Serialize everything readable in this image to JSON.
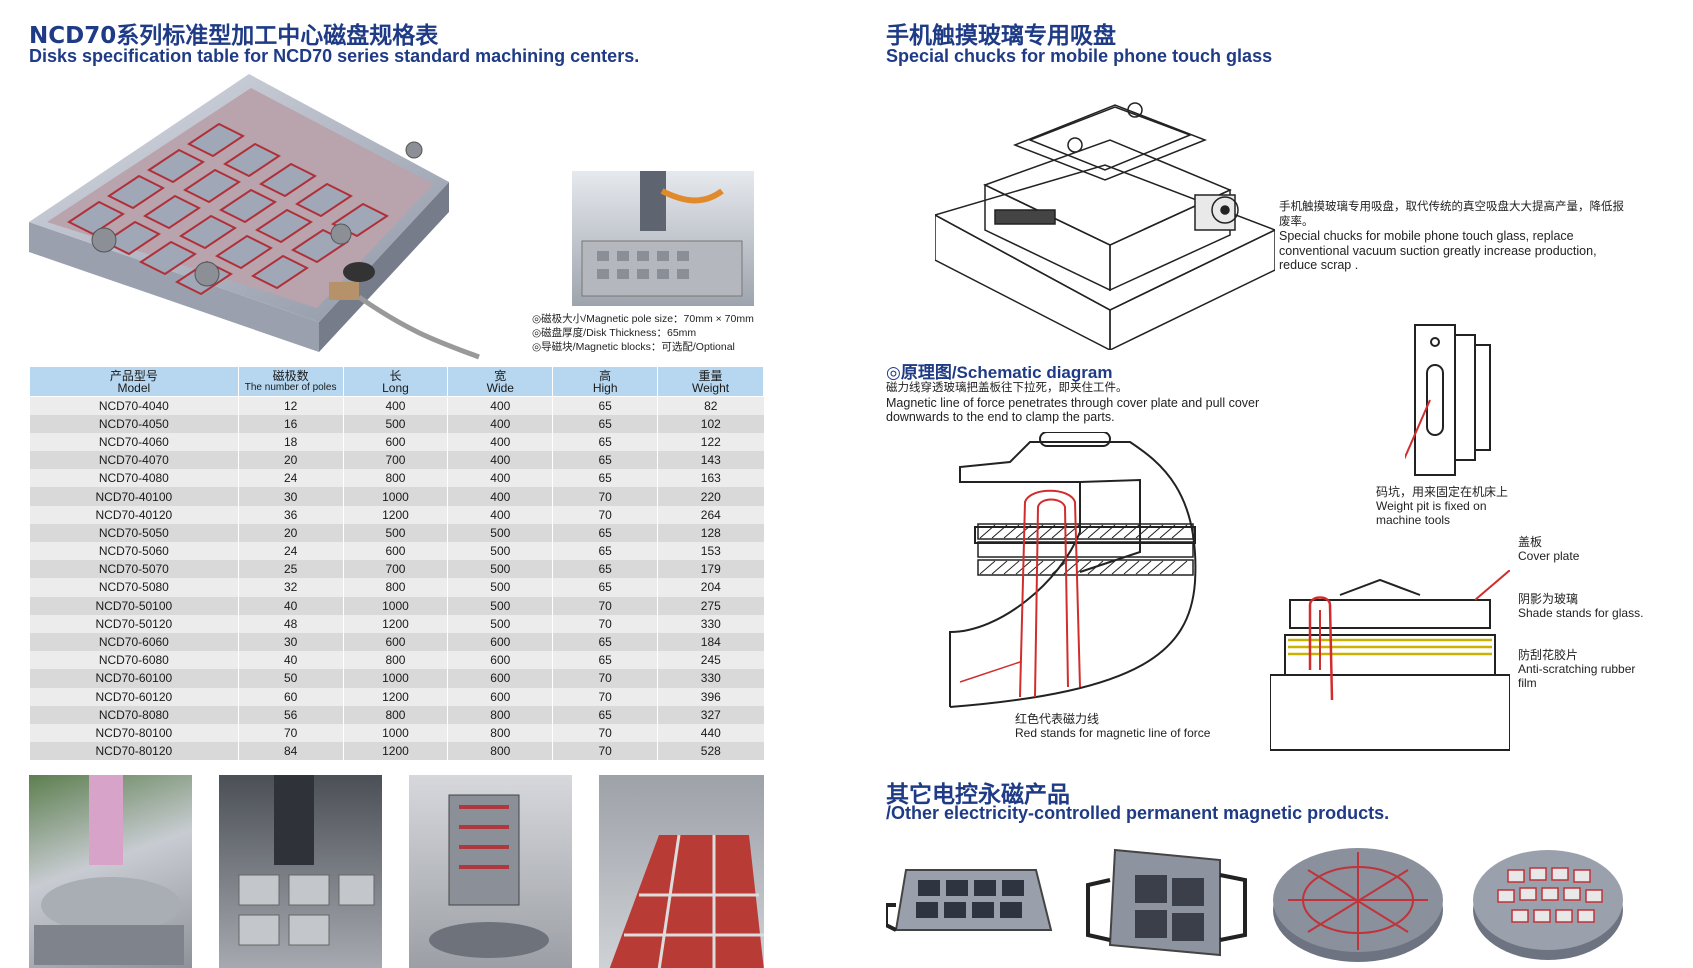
{
  "left": {
    "title_cn": "NCD70系列标准型加工中心磁盘规格表",
    "title_en": "Disks specification table for NCD70 series standard machining centers.",
    "notes": [
      "◎磁极大小/Magnetic pole size：70mm × 70mm",
      "◎磁盘厚度/Disk Thickness：65mm",
      "◎导磁块/Magnetic blocks：可选配/Optional"
    ],
    "table": {
      "headers": [
        {
          "cn": "产品型号",
          "en": "Model"
        },
        {
          "cn": "磁极数",
          "en": "The number of poles"
        },
        {
          "cn": "长",
          "en": "Long"
        },
        {
          "cn": "宽",
          "en": "Wide"
        },
        {
          "cn": "高",
          "en": "High"
        },
        {
          "cn": "重量",
          "en": "Weight"
        }
      ],
      "rows": [
        [
          "NCD70-4040",
          "12",
          "400",
          "400",
          "65",
          "82"
        ],
        [
          "NCD70-4050",
          "16",
          "500",
          "400",
          "65",
          "102"
        ],
        [
          "NCD70-4060",
          "18",
          "600",
          "400",
          "65",
          "122"
        ],
        [
          "NCD70-4070",
          "20",
          "700",
          "400",
          "65",
          "143"
        ],
        [
          "NCD70-4080",
          "24",
          "800",
          "400",
          "65",
          "163"
        ],
        [
          "NCD70-40100",
          "30",
          "1000",
          "400",
          "70",
          "220"
        ],
        [
          "NCD70-40120",
          "36",
          "1200",
          "400",
          "70",
          "264"
        ],
        [
          "NCD70-5050",
          "20",
          "500",
          "500",
          "65",
          "128"
        ],
        [
          "NCD70-5060",
          "24",
          "600",
          "500",
          "65",
          "153"
        ],
        [
          "NCD70-5070",
          "25",
          "700",
          "500",
          "65",
          "179"
        ],
        [
          "NCD70-5080",
          "32",
          "800",
          "500",
          "65",
          "204"
        ],
        [
          "NCD70-50100",
          "40",
          "1000",
          "500",
          "70",
          "275"
        ],
        [
          "NCD70-50120",
          "48",
          "1200",
          "500",
          "70",
          "330"
        ],
        [
          "NCD70-6060",
          "30",
          "600",
          "600",
          "65",
          "184"
        ],
        [
          "NCD70-6080",
          "40",
          "800",
          "600",
          "65",
          "245"
        ],
        [
          "NCD70-60100",
          "50",
          "1000",
          "600",
          "70",
          "330"
        ],
        [
          "NCD70-60120",
          "60",
          "1200",
          "600",
          "70",
          "396"
        ],
        [
          "NCD70-8080",
          "56",
          "800",
          "800",
          "65",
          "327"
        ],
        [
          "NCD70-80100",
          "70",
          "1000",
          "800",
          "70",
          "440"
        ],
        [
          "NCD70-80120",
          "84",
          "1200",
          "800",
          "70",
          "528"
        ]
      ]
    }
  },
  "right": {
    "title_cn": "手机触摸玻璃专用吸盘",
    "title_en": "Special chucks for mobile phone touch glass",
    "intro_cn": "手机触摸玻璃专用吸盘，取代传统的真空吸盘大大提高产量，降低报废率。",
    "intro_en": "Special chucks for mobile phone touch glass, replace conventional vacuum suction greatly increase production, reduce scrap .",
    "schematic_title": "◎原理图/Schematic diagram",
    "schematic_cn": "磁力线穿透玻璃把盖板往下拉死，即夹住工件。",
    "schematic_en": "Magnetic line of force penetrates through cover plate and pull cover downwards to the end to clamp the parts.",
    "weight_pit_cn": "码坑，用来固定在机床上",
    "weight_pit_en": "Weight pit is fixed on machine tools",
    "cover_cn": "盖板",
    "cover_en": "Cover plate",
    "shade_cn": "阴影为玻璃",
    "shade_en": "Shade stands for glass.",
    "rubber_cn": "防刮花胶片",
    "rubber_en": "Anti-scratching rubber film",
    "red_cn": "红色代表磁力线",
    "red_en": "Red stands for magnetic line of force",
    "other_cn": "其它电控永磁产品",
    "other_en": "/Other electricity-controlled permanent magnetic products."
  },
  "colors": {
    "title_blue": "#1f3b86",
    "table_header": "#b6d7ef",
    "row_dark": "#d9d9d9",
    "row_light": "#ececec",
    "red_line": "#d22d2d"
  }
}
